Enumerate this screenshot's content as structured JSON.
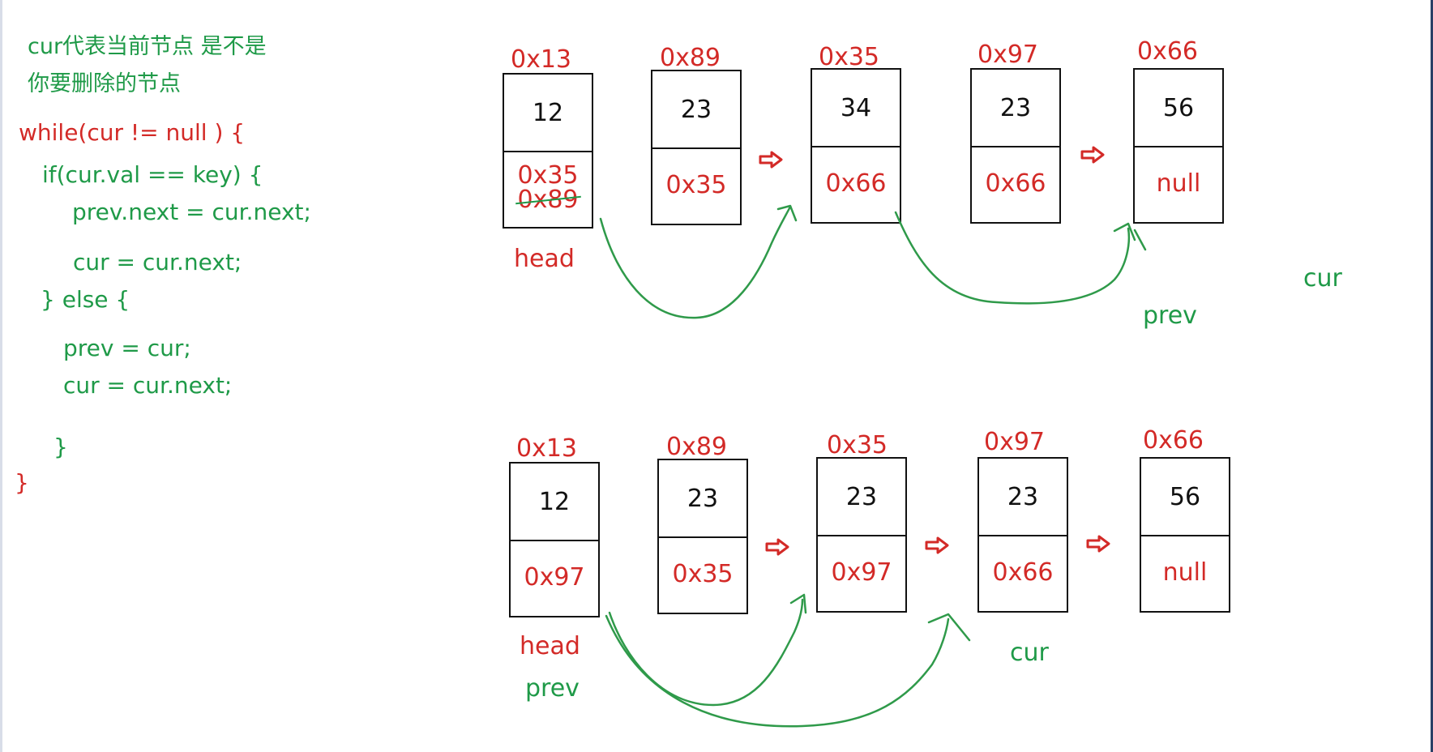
{
  "notes": {
    "line1": "cur代表当前节点 是不是",
    "line2": "你要删除的节点"
  },
  "code": {
    "while_line": "while(cur != null )  {",
    "if_line": "if(cur.val == key)  {",
    "prev_next": "prev.next = cur.next;",
    "cur_next_1": "cur = cur.next;",
    "else_line": "} else {",
    "prev_cur": "prev = cur;",
    "cur_next_2": "cur = cur.next;",
    "close_inner": "}",
    "close_outer": "}"
  },
  "top_list": {
    "nodes": [
      {
        "addr": "0x13",
        "val": "12",
        "next": "0x35",
        "next_struck": "0x89"
      },
      {
        "addr": "0x89",
        "val": "23",
        "next": "0x35"
      },
      {
        "addr": "0x35",
        "val": "34",
        "next": "0x66"
      },
      {
        "addr": "0x97",
        "val": "23",
        "next": "0x66"
      },
      {
        "addr": "0x66",
        "val": "56",
        "next": "null"
      }
    ],
    "labels": {
      "head": "head",
      "prev": "prev",
      "cur": "cur"
    }
  },
  "bottom_list": {
    "nodes": [
      {
        "addr": "0x13",
        "val": "12",
        "next": "0x97"
      },
      {
        "addr": "0x89",
        "val": "23",
        "next": "0x35"
      },
      {
        "addr": "0x35",
        "val": "23",
        "next": "0x97"
      },
      {
        "addr": "0x97",
        "val": "23",
        "next": "0x66"
      },
      {
        "addr": "0x66",
        "val": "56",
        "next": "null"
      }
    ],
    "labels": {
      "head": "head",
      "prev": "prev",
      "cur": "cur"
    }
  },
  "colors": {
    "code_green": "#1f9a48",
    "code_red": "#d32a27",
    "curve_green": "#2f9a4a",
    "arrow_red": "#d32a27"
  }
}
